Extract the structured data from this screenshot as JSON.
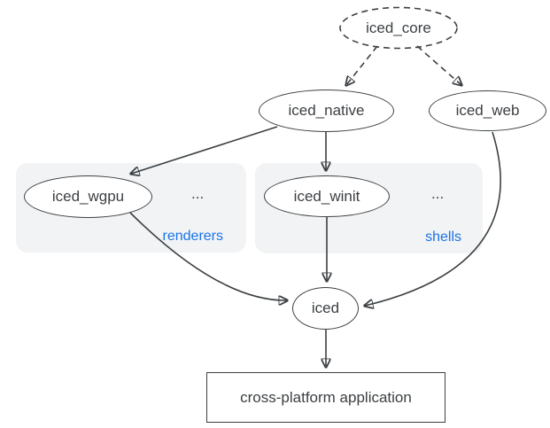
{
  "diagram": {
    "nodes": {
      "iced_core": {
        "label": "iced_core"
      },
      "iced_native": {
        "label": "iced_native"
      },
      "iced_web": {
        "label": "iced_web"
      },
      "iced_wgpu": {
        "label": "iced_wgpu"
      },
      "iced_winit": {
        "label": "iced_winit"
      },
      "iced": {
        "label": "iced"
      },
      "app": {
        "label": "cross-platform application"
      }
    },
    "groups": {
      "renderers": {
        "label": "renderers",
        "ellipsis": "..."
      },
      "shells": {
        "label": "shells",
        "ellipsis": "..."
      }
    },
    "edges": [
      {
        "from": "iced_core",
        "to": "iced_native",
        "style": "dashed"
      },
      {
        "from": "iced_core",
        "to": "iced_web",
        "style": "dashed"
      },
      {
        "from": "iced_native",
        "to": "iced_wgpu",
        "style": "solid"
      },
      {
        "from": "iced_native",
        "to": "iced_winit",
        "style": "solid"
      },
      {
        "from": "iced_wgpu",
        "to": "iced",
        "style": "solid"
      },
      {
        "from": "iced_winit",
        "to": "iced",
        "style": "solid"
      },
      {
        "from": "iced_web",
        "to": "iced",
        "style": "solid"
      },
      {
        "from": "iced",
        "to": "app",
        "style": "solid"
      }
    ],
    "colors": {
      "stroke": "#3c4043",
      "text": "#3c4043",
      "group_background": "#f1f3f4",
      "group_label": "#1a73e8",
      "background": "#ffffff"
    }
  }
}
